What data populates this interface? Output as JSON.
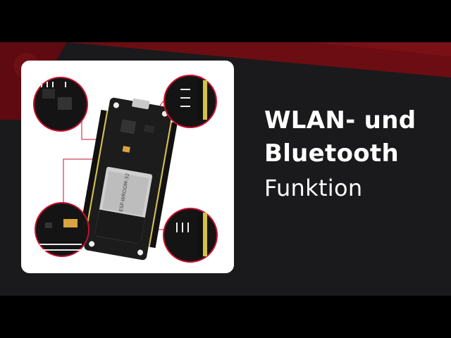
{
  "headline": {
    "line1": "WLAN- und",
    "line2": "Bluetooth",
    "line3": "Funktion"
  },
  "colors": {
    "background": "#1a1a1c",
    "accent_red": "#6b0d12",
    "card": "#ffffff",
    "callout_circle": "#c8102e",
    "text": "#ffffff"
  },
  "image": {
    "subject": "esp32-dev-board",
    "module_logo": "ESP-WROOM-32"
  }
}
